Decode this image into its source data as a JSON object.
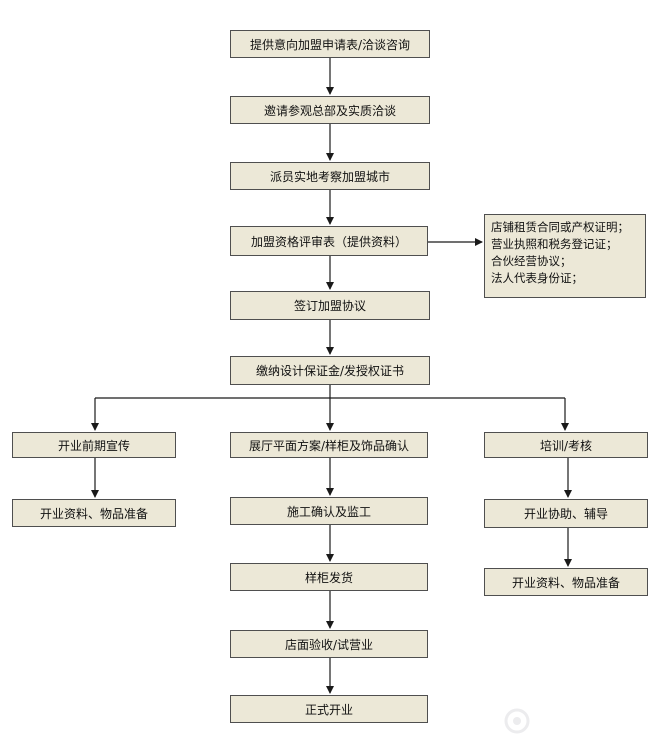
{
  "steps": {
    "s1": "提供意向加盟申请表/洽谈咨询",
    "s2": "邀请参观总部及实质洽谈",
    "s3": "派员实地考察加盟城市",
    "s4": "加盟资格评审表（提供资料）",
    "s5": "签订加盟协议",
    "s6": "缴纳设计保证金/发授权证书"
  },
  "documents_note": {
    "lines": [
      "店铺租赁合同或产权证明；",
      "营业执照和税务登记证；",
      "合伙经营协议；",
      "法人代表身份证；"
    ]
  },
  "left_branch": {
    "b1": "开业前期宣传",
    "b2": "开业资料、物品准备"
  },
  "center_branch": {
    "c1": "展厅平面方案/样柜及饰品确认",
    "c2": "施工确认及监工",
    "c3": "样柜发货",
    "c4": "店面验收/试营业",
    "c5": "正式开业"
  },
  "right_branch": {
    "r1": "培训/考核",
    "r2": "开业协助、辅导",
    "r3": "开业资料、物品准备"
  },
  "colors": {
    "box_fill": "#ece8d7",
    "box_border": "#4f4f4f",
    "connector": "#1a1a1a"
  }
}
